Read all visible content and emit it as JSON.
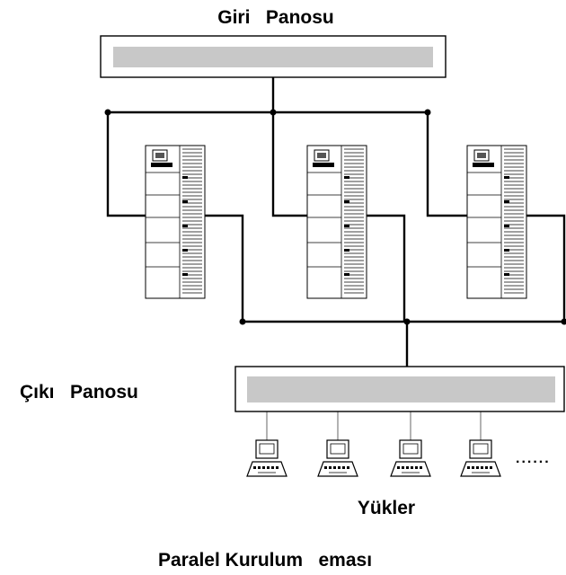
{
  "labels": {
    "input_panel": "Giri   Panosu",
    "output_panel": "Çıkı   Panosu",
    "loads": "Yükler",
    "ellipsis": "......",
    "caption": "Paralel Kurulum   eması"
  },
  "ups_units": 3,
  "load_terminals": 4,
  "colors": {
    "line": "#000000",
    "panel_fill": "#c8c8c8",
    "background": "#ffffff"
  }
}
